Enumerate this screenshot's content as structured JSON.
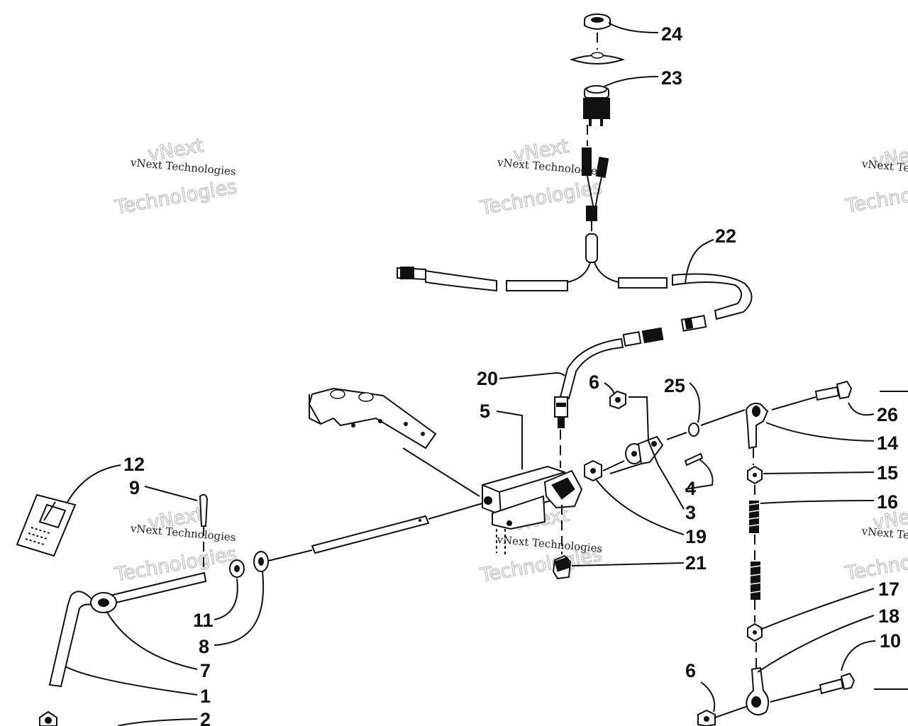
{
  "watermark": {
    "text_small": "vNext Technologies",
    "text_big_1": "vNext",
    "text_big_2": "Technologies"
  },
  "callouts": [
    {
      "id": "c24",
      "label": "24"
    },
    {
      "id": "c23",
      "label": "23"
    },
    {
      "id": "c22",
      "label": "22"
    },
    {
      "id": "c20",
      "label": "20"
    },
    {
      "id": "c6a",
      "label": "6"
    },
    {
      "id": "c25",
      "label": "25"
    },
    {
      "id": "c5",
      "label": "5"
    },
    {
      "id": "c26",
      "label": "26"
    },
    {
      "id": "c14",
      "label": "14"
    },
    {
      "id": "c15",
      "label": "15"
    },
    {
      "id": "c16",
      "label": "16"
    },
    {
      "id": "c4",
      "label": "4"
    },
    {
      "id": "c3",
      "label": "3"
    },
    {
      "id": "c19",
      "label": "19"
    },
    {
      "id": "c21",
      "label": "21"
    },
    {
      "id": "c12",
      "label": "12"
    },
    {
      "id": "c9",
      "label": "9"
    },
    {
      "id": "c11",
      "label": "11"
    },
    {
      "id": "c8",
      "label": "8"
    },
    {
      "id": "c7",
      "label": "7"
    },
    {
      "id": "c1",
      "label": "1"
    },
    {
      "id": "c2",
      "label": "2"
    },
    {
      "id": "c17",
      "label": "17"
    },
    {
      "id": "c18",
      "label": "18"
    },
    {
      "id": "c10",
      "label": "10"
    },
    {
      "id": "c6b",
      "label": "6"
    }
  ]
}
